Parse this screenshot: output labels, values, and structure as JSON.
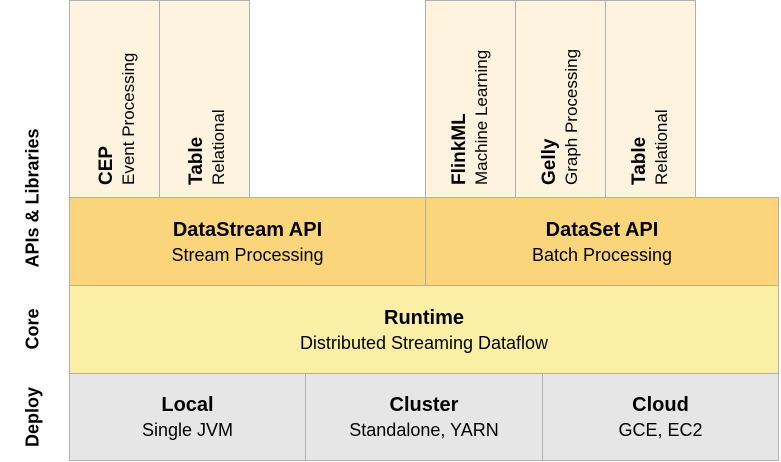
{
  "side_labels": {
    "apis": "APIs & Libraries",
    "core": "Core",
    "deploy": "Deploy"
  },
  "libraries": [
    {
      "title": "CEP",
      "subtitle": "Event Processing"
    },
    {
      "title": "Table",
      "subtitle": "Relational"
    },
    {
      "title": "FlinkML",
      "subtitle": "Machine Learning"
    },
    {
      "title": "Gelly",
      "subtitle": "Graph Processing"
    },
    {
      "title": "Table",
      "subtitle": "Relational"
    }
  ],
  "apis": [
    {
      "title": "DataStream API",
      "subtitle": "Stream Processing"
    },
    {
      "title": "DataSet API",
      "subtitle": "Batch Processing"
    }
  ],
  "core": {
    "title": "Runtime",
    "subtitle": "Distributed Streaming Dataflow"
  },
  "deploy": [
    {
      "title": "Local",
      "subtitle": "Single JVM"
    },
    {
      "title": "Cluster",
      "subtitle": "Standalone, YARN"
    },
    {
      "title": "Cloud",
      "subtitle": "GCE, EC2"
    }
  ],
  "colors": {
    "library": "#fdf3df",
    "api": "#fbd57c",
    "core": "#fbeea5",
    "deploy": "#e6e6e6",
    "border": "#b0b0b0"
  }
}
